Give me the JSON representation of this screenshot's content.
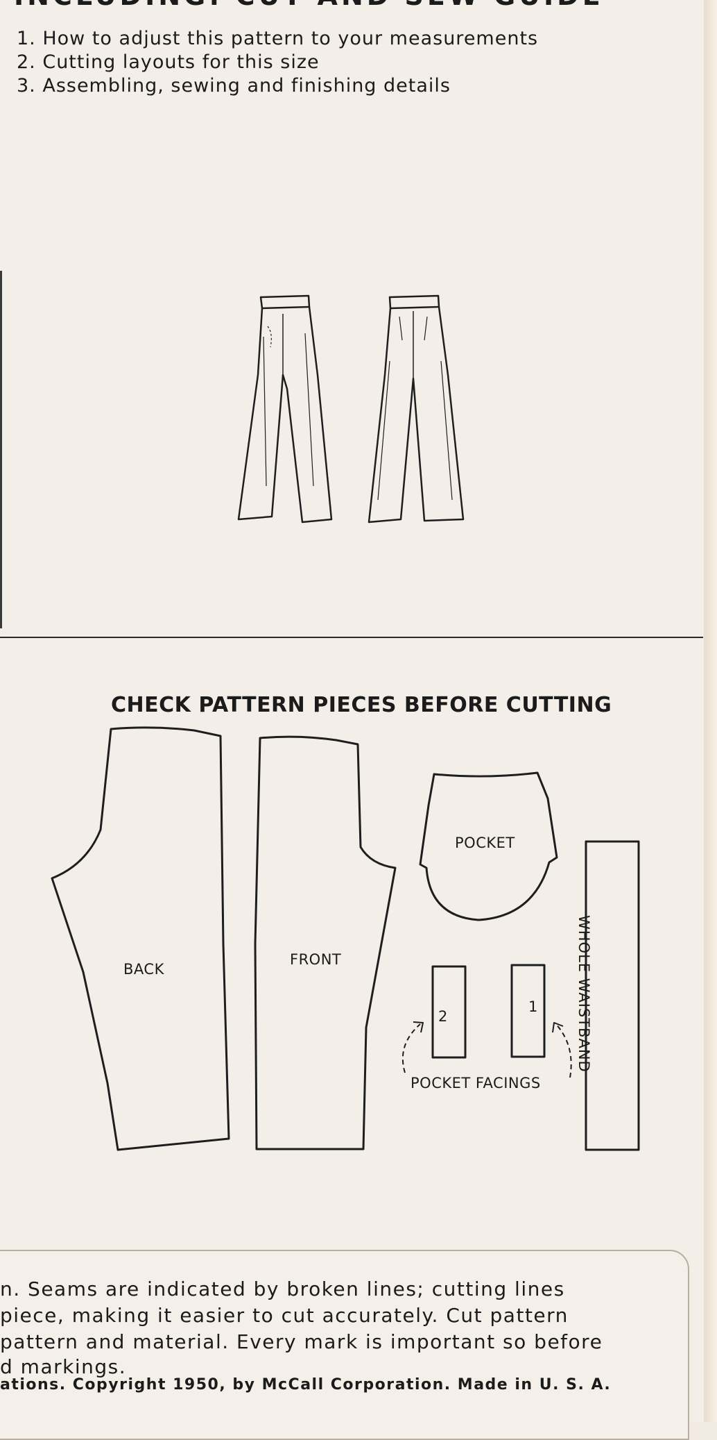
{
  "header": {
    "title_partial": "INCLUDING:  CUT  AND  SEW  GUIDE",
    "items": [
      "1. How to adjust this pattern to your measurements",
      "2. Cutting layouts for this size",
      "3. Assembling, sewing and finishing details"
    ]
  },
  "pieces": {
    "title": "CHECK PATTERN PIECES BEFORE CUTTING",
    "back": "BACK",
    "front": "FRONT",
    "pocket": "POCKET",
    "facing_1": "1",
    "facing_2": "2",
    "pocket_facings": "POCKET  FACINGS",
    "waistband": "WHOLE  WAISTBAND"
  },
  "footer": {
    "lines": [
      "n.  Seams are indicated by broken lines; cutting lines",
      "piece, making it easier to cut accurately. Cut pattern",
      " pattern and material. Every mark is important so before",
      "d  markings."
    ],
    "copyright": "ations.  Copyright 1950, by McCall Corporation.  Made in U. S. A."
  },
  "colors": {
    "paper": "#f3eee7",
    "ink": "#1b1b1b"
  }
}
